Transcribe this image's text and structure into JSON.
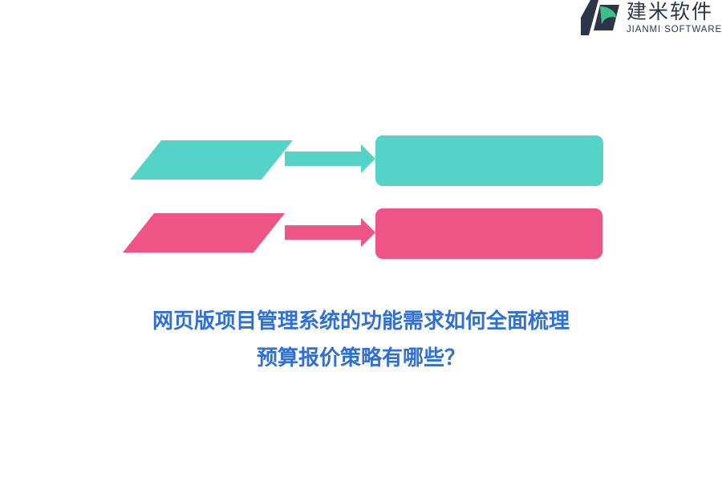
{
  "logo": {
    "name_cn": "建米软件",
    "name_en": "JIANMI SOFTWARE",
    "icon": "jianmi-logo-mark"
  },
  "diagram": {
    "rows": [
      {
        "color": "#56d3c9",
        "icons": [
          "parallelogram-shape",
          "right-arrow-icon",
          "rounded-box"
        ]
      },
      {
        "color": "#ee5586",
        "icons": [
          "parallelogram-shape",
          "right-arrow-icon",
          "rounded-box"
        ]
      }
    ]
  },
  "title": {
    "line1": "网页版项目管理系统的功能需求如何全面梳理",
    "line2": "预算报价策略有哪些？"
  }
}
